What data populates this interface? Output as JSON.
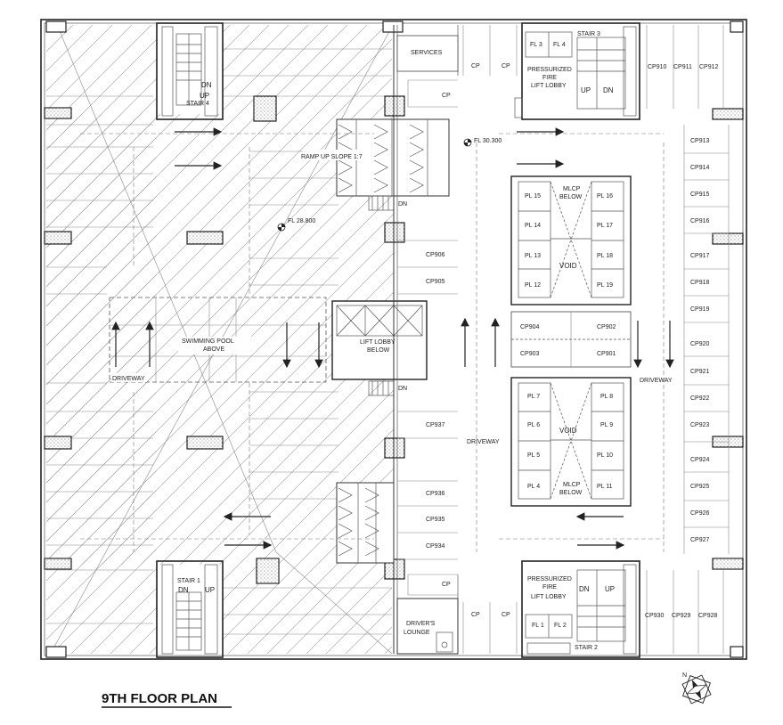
{
  "title": "9TH FLOOR PLAN",
  "north": "N",
  "rooms": {
    "services": "SERVICES",
    "ramp": "RAMP UP   SLOPE 1:7",
    "pool": [
      "SWIMMING POOL",
      "ABOVE"
    ],
    "lift_lobby": [
      "LIFT LOBBY",
      "BELOW"
    ],
    "drivers_lounge": [
      "DRIVER'S",
      "LOUNGE"
    ],
    "void_top": "VOID",
    "void_bottom": "VOID",
    "mlcp_top": [
      "MLCP",
      "BELOW"
    ],
    "mlcp_bottom": [
      "MLCP",
      "BELOW"
    ]
  },
  "levels": {
    "fl_top": "FL 30.300",
    "fl_mid": "FL 28.800"
  },
  "driveways": [
    "DRIVEWAY",
    "DRIVEWAY",
    "DRIVEWAY"
  ],
  "stairs": {
    "stair1": "STAIR 1",
    "stair2": "STAIR 2",
    "stair3": "STAIR 3",
    "stair4": "STAIR 4",
    "up": "UP",
    "dn": "DN"
  },
  "pressurized": [
    "PRESSURIZED",
    "FIRE",
    "LIFT LOBBY"
  ],
  "fire_lifts": {
    "fl1": "FL 1",
    "fl2": "FL 2",
    "fl3": "FL 3",
    "fl4": "FL 4"
  },
  "passenger_lifts_top": {
    "left": [
      "PL 15",
      "PL 14",
      "PL 13",
      "PL 12"
    ],
    "right": [
      "PL 16",
      "PL 17",
      "PL 18",
      "PL 19"
    ]
  },
  "passenger_lifts_bottom": {
    "left": [
      "PL 7",
      "PL 6",
      "PL 5",
      "PL 4"
    ],
    "right": [
      "PL 8",
      "PL 9",
      "PL 10",
      "PL 11"
    ]
  },
  "parking": {
    "cp": "CP",
    "right_column": [
      "CP913",
      "CP914",
      "CP915",
      "CP916",
      "CP917",
      "CP918",
      "CP919",
      "CP920",
      "CP921",
      "CP922",
      "CP923",
      "CP924",
      "CP925",
      "CP926",
      "CP927"
    ],
    "top_right": [
      "CP910",
      "CP911",
      "CP912"
    ],
    "bottom_right": [
      "CP930",
      "CP929",
      "CP928"
    ],
    "center_upper": [
      "CP906",
      "CP905"
    ],
    "center_mid": [
      "CP904",
      "CP902",
      "CP903",
      "CP901"
    ],
    "center_937": "CP937",
    "center_lower": [
      "CP936",
      "CP935",
      "CP934"
    ]
  }
}
